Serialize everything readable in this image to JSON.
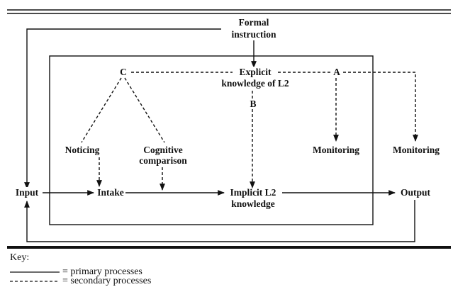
{
  "labels": {
    "formal_instruction_1": "Formal",
    "formal_instruction_2": "instruction",
    "explicit_1": "Explicit",
    "explicit_2": "knowledge of L2",
    "node_a": "A",
    "node_b": "B",
    "node_c": "C",
    "noticing": "Noticing",
    "cognitive_1": "Cognitive",
    "cognitive_2": "comparison",
    "monitoring_inner": "Monitoring",
    "monitoring_outer": "Monitoring",
    "input": "Input",
    "intake": "Intake",
    "implicit_1": "Implicit L2",
    "implicit_2": "knowledge",
    "output": "Output"
  },
  "key": {
    "title": "Key:",
    "primary": "= primary processes",
    "secondary": "= secondary processes"
  }
}
